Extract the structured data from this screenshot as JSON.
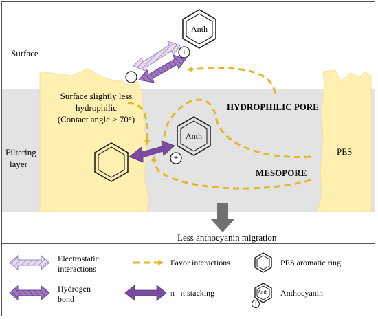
{
  "colors": {
    "layer_band": "#e3e3e3",
    "pes_fill": "#fdf0b0",
    "dashed_arrow": "#e3b726",
    "purple": "#7a4ca0",
    "light_purple": "#b8a0cc",
    "down_arrow": "#707070"
  },
  "labels": {
    "surface": "Surface",
    "filtering_layer_line1": "Filtering",
    "filtering_layer_line2": "layer",
    "surface_note_line1": "Surface slightly less",
    "surface_note_line2": "hydrophilic",
    "surface_note_line3": "(Contact angle > 70°)",
    "hydrophilic_pore": "HYDROPHILIC PORE",
    "mesopore": "MESOPORE",
    "pes": "PES",
    "anth_top": "Anth",
    "anth_mid": "Anth",
    "plus_sign": "+",
    "minus_sign": "−",
    "conclusion": "Less anthocyanin migration"
  },
  "legend": {
    "electrostatic_line1": "Electrostatic",
    "electrostatic_line2": "interactions",
    "favor": "Favor interactions",
    "pes_ring": "PES aromatic ring",
    "hydrogen_line1": "Hydrogen",
    "hydrogen_line2": "bond",
    "pi_stacking": "π –π stacking",
    "anthocyanin": "Anthocyanin",
    "anth_icon": "Anth",
    "icon_plus": "+"
  }
}
